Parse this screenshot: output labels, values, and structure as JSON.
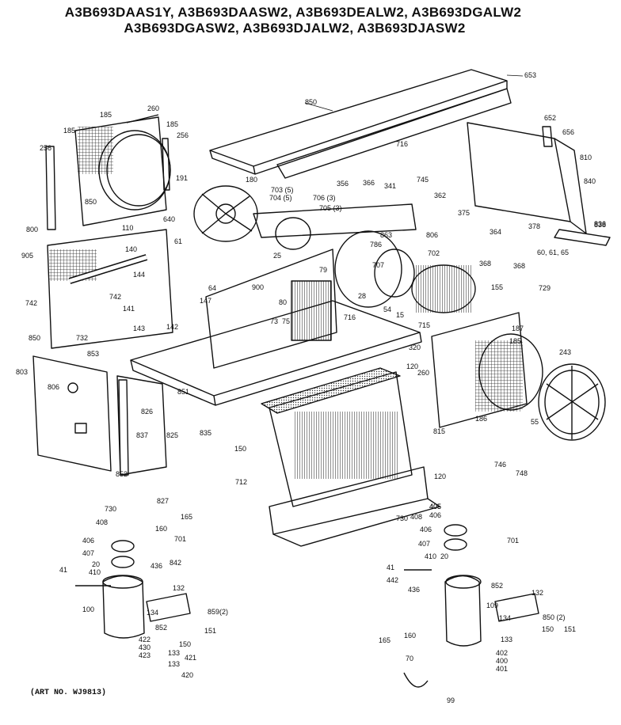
{
  "header": {
    "line1": "A3B693DAAS1Y, A3B693DAASW2, A3B693DEALW2, A3B693DGALW2",
    "line2": "A3B693DGASW2, A3B693DJALW2, A3B693DJASW2"
  },
  "footer": {
    "art_no": "(ART NO. WJ9813)"
  },
  "labels": [
    {
      "id": "653",
      "text": "653"
    },
    {
      "id": "850",
      "text": "850"
    },
    {
      "id": "260",
      "text": "260"
    },
    {
      "id": "185a",
      "text": "185"
    },
    {
      "id": "185b",
      "text": "185"
    },
    {
      "id": "185c",
      "text": "185"
    },
    {
      "id": "256a",
      "text": "256"
    },
    {
      "id": "256b",
      "text": "256"
    },
    {
      "id": "716",
      "text": "716"
    },
    {
      "id": "652",
      "text": "652"
    },
    {
      "id": "656",
      "text": "656"
    },
    {
      "id": "810",
      "text": "810"
    },
    {
      "id": "840",
      "text": "840"
    },
    {
      "id": "838",
      "text": "838"
    },
    {
      "id": "191",
      "text": "191"
    },
    {
      "id": "180",
      "text": "180"
    },
    {
      "id": "703",
      "text": "703 (5)"
    },
    {
      "id": "704",
      "text": "704 (5)"
    },
    {
      "id": "706",
      "text": "706 (3)"
    },
    {
      "id": "705",
      "text": "705 (3)"
    },
    {
      "id": "356",
      "text": "356"
    },
    {
      "id": "366",
      "text": "366"
    },
    {
      "id": "341",
      "text": "341"
    },
    {
      "id": "745",
      "text": "745"
    },
    {
      "id": "362",
      "text": "362"
    },
    {
      "id": "375",
      "text": "375"
    },
    {
      "id": "364",
      "text": "364"
    },
    {
      "id": "378",
      "text": "378"
    },
    {
      "id": "605060",
      "text": "60, 61, 65"
    },
    {
      "id": "836",
      "text": "836"
    },
    {
      "id": "850b",
      "text": "850"
    },
    {
      "id": "640",
      "text": "640"
    },
    {
      "id": "800",
      "text": "800"
    },
    {
      "id": "110",
      "text": "110"
    },
    {
      "id": "905",
      "text": "905"
    },
    {
      "id": "140",
      "text": "140"
    },
    {
      "id": "61",
      "text": "61"
    },
    {
      "id": "25",
      "text": "25"
    },
    {
      "id": "863",
      "text": "863"
    },
    {
      "id": "806",
      "text": "806"
    },
    {
      "id": "786",
      "text": "786"
    },
    {
      "id": "707",
      "text": "707"
    },
    {
      "id": "702",
      "text": "702"
    },
    {
      "id": "368",
      "text": "368"
    },
    {
      "id": "368b",
      "text": "368"
    },
    {
      "id": "729",
      "text": "729"
    },
    {
      "id": "742a",
      "text": "742"
    },
    {
      "id": "742b",
      "text": "742"
    },
    {
      "id": "144",
      "text": "144"
    },
    {
      "id": "141",
      "text": "141"
    },
    {
      "id": "147",
      "text": "147"
    },
    {
      "id": "64",
      "text": "64"
    },
    {
      "id": "79",
      "text": "79"
    },
    {
      "id": "900",
      "text": "900"
    },
    {
      "id": "80",
      "text": "80"
    },
    {
      "id": "28",
      "text": "28"
    },
    {
      "id": "155",
      "text": "155"
    },
    {
      "id": "54",
      "text": "54"
    },
    {
      "id": "715",
      "text": "715"
    },
    {
      "id": "716b",
      "text": "716"
    },
    {
      "id": "15",
      "text": "15"
    },
    {
      "id": "187",
      "text": "187"
    },
    {
      "id": "185d",
      "text": "185"
    },
    {
      "id": "243",
      "text": "243"
    },
    {
      "id": "143",
      "text": "143"
    },
    {
      "id": "142",
      "text": "142"
    },
    {
      "id": "73",
      "text": "73"
    },
    {
      "id": "75",
      "text": "75"
    },
    {
      "id": "320",
      "text": "320"
    },
    {
      "id": "850c",
      "text": "850"
    },
    {
      "id": "732",
      "text": "732"
    },
    {
      "id": "853",
      "text": "853"
    },
    {
      "id": "803",
      "text": "803"
    },
    {
      "id": "806b",
      "text": "806"
    },
    {
      "id": "120",
      "text": "120"
    },
    {
      "id": "260b",
      "text": "260"
    },
    {
      "id": "851",
      "text": "851"
    },
    {
      "id": "826",
      "text": "826"
    },
    {
      "id": "825",
      "text": "825"
    },
    {
      "id": "837",
      "text": "837"
    },
    {
      "id": "835",
      "text": "835"
    },
    {
      "id": "815",
      "text": "815"
    },
    {
      "id": "186",
      "text": "186"
    },
    {
      "id": "55",
      "text": "55"
    },
    {
      "id": "852",
      "text": "852"
    },
    {
      "id": "150",
      "text": "150"
    },
    {
      "id": "712",
      "text": "712"
    },
    {
      "id": "746",
      "text": "746"
    },
    {
      "id": "748",
      "text": "748"
    },
    {
      "id": "120b",
      "text": "120"
    },
    {
      "id": "827",
      "text": "827"
    },
    {
      "id": "405a",
      "text": "405"
    },
    {
      "id": "406a",
      "text": "406"
    },
    {
      "id": "408a",
      "text": "408"
    },
    {
      "id": "406b",
      "text": "406"
    },
    {
      "id": "407a",
      "text": "407"
    },
    {
      "id": "410a",
      "text": "410"
    },
    {
      "id": "730a",
      "text": "730"
    },
    {
      "id": "165a",
      "text": "165"
    },
    {
      "id": "160a",
      "text": "160"
    },
    {
      "id": "701a",
      "text": "701"
    },
    {
      "id": "20",
      "text": "20"
    },
    {
      "id": "842",
      "text": "842"
    },
    {
      "id": "436a",
      "text": "436"
    },
    {
      "id": "41a",
      "text": "41"
    },
    {
      "id": "100a",
      "text": "100"
    },
    {
      "id": "134",
      "text": "134"
    },
    {
      "id": "132a",
      "text": "132"
    },
    {
      "id": "133a",
      "text": "133"
    },
    {
      "id": "8592",
      "text": "859(2)"
    },
    {
      "id": "151a",
      "text": "151"
    },
    {
      "id": "150b",
      "text": "150"
    },
    {
      "id": "852b",
      "text": "852"
    },
    {
      "id": "422",
      "text": "422"
    },
    {
      "id": "430",
      "text": "430"
    },
    {
      "id": "423",
      "text": "423"
    },
    {
      "id": "421",
      "text": "421"
    },
    {
      "id": "420",
      "text": "420"
    },
    {
      "id": "133b",
      "text": "133"
    },
    {
      "id": "405b",
      "text": "405"
    },
    {
      "id": "408b",
      "text": "408"
    },
    {
      "id": "730b",
      "text": "730"
    },
    {
      "id": "406c",
      "text": "406"
    },
    {
      "id": "407b",
      "text": "407"
    },
    {
      "id": "410b",
      "text": "410"
    },
    {
      "id": "701b",
      "text": "701"
    },
    {
      "id": "41b",
      "text": "41"
    },
    {
      "id": "442",
      "text": "442"
    },
    {
      "id": "436b",
      "text": "436"
    },
    {
      "id": "20b",
      "text": "20"
    },
    {
      "id": "109",
      "text": "109"
    },
    {
      "id": "852c",
      "text": "852"
    },
    {
      "id": "132b",
      "text": "132"
    },
    {
      "id": "8502",
      "text": "850 (2)"
    },
    {
      "id": "134b",
      "text": "134"
    },
    {
      "id": "150c",
      "text": "150"
    },
    {
      "id": "151b",
      "text": "151"
    },
    {
      "id": "133c",
      "text": "133"
    },
    {
      "id": "165b",
      "text": "165"
    },
    {
      "id": "160b",
      "text": "160"
    },
    {
      "id": "402",
      "text": "402"
    },
    {
      "id": "400",
      "text": "400"
    },
    {
      "id": "401",
      "text": "401"
    },
    {
      "id": "70",
      "text": "70"
    },
    {
      "id": "99",
      "text": "99"
    }
  ]
}
